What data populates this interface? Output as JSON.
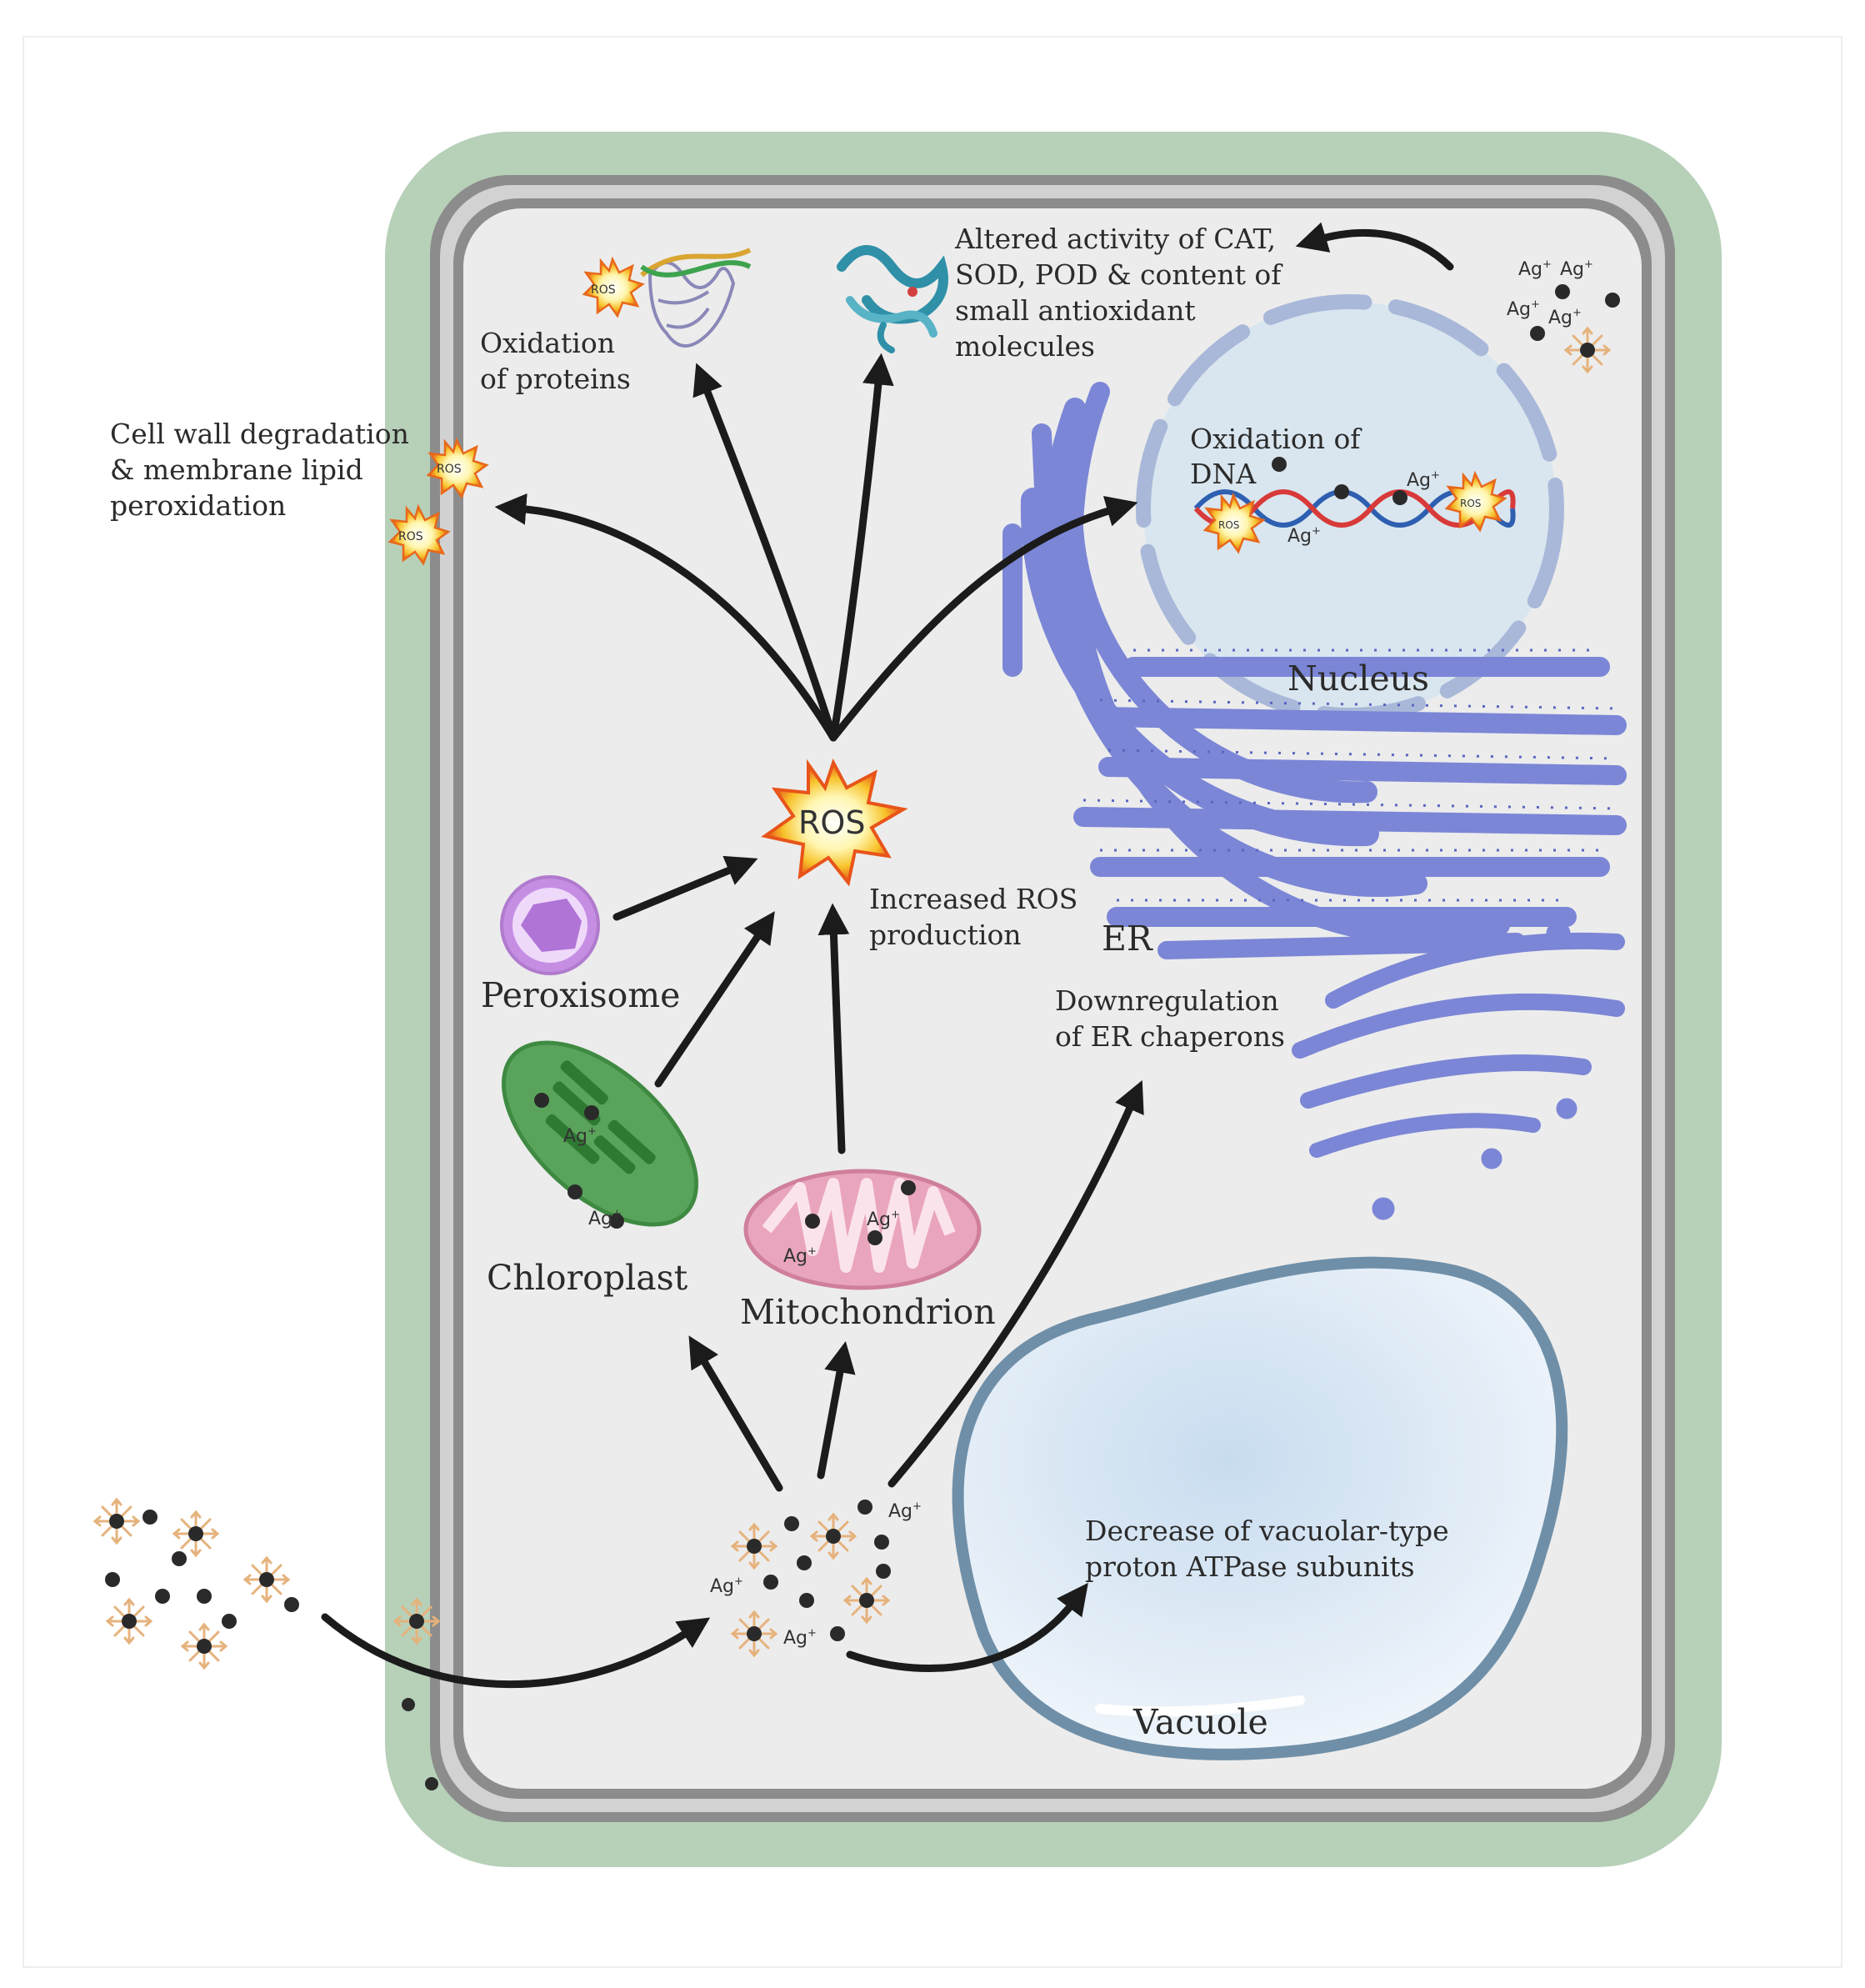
{
  "labels": {
    "cell_wall_1": "Cell wall degradation",
    "cell_wall_2": "& membrane lipid",
    "cell_wall_3": "peroxidation",
    "ox_proteins_1": "Oxidation",
    "ox_proteins_2": "of proteins",
    "antiox_1": "Altered activity of CAT,",
    "antiox_2": "SOD, POD & content of",
    "antiox_3": "small antioxidant",
    "antiox_4": "molecules",
    "ox_dna_1": "Oxidation of",
    "ox_dna_2": "DNA",
    "nucleus": "Nucleus",
    "ros_center": "ROS",
    "ros_small": "ROS",
    "increased_ros_1": "Increased ROS",
    "increased_ros_2": "production",
    "er": "ER",
    "er_chap_1": "Downregulation",
    "er_chap_2": "of ER chaperons",
    "peroxisome": "Peroxisome",
    "chloroplast": "Chloroplast",
    "mitochondrion": "Mitochondrion",
    "vacuole": "Vacuole",
    "vacuole_text_1": "Decrease of vacuolar-type",
    "vacuole_text_2": "proton ATPase subunits",
    "ag_ion": "Ag",
    "ag_charge": "+"
  },
  "colors": {
    "cell_wall": "#b7d0b8",
    "membrane": "#8a8a8a",
    "cytoplasm": "#ececec",
    "nucleus": "#d9e6ef",
    "er": "#7b86d6",
    "peroxisome": "#c58ee3",
    "chloroplast": "#5aa35b",
    "mitochondrion": "#e9a5bd",
    "vacuole": "#e3eef8",
    "ros_burst": "#f5a623",
    "arrow": "#1b1b1b"
  }
}
